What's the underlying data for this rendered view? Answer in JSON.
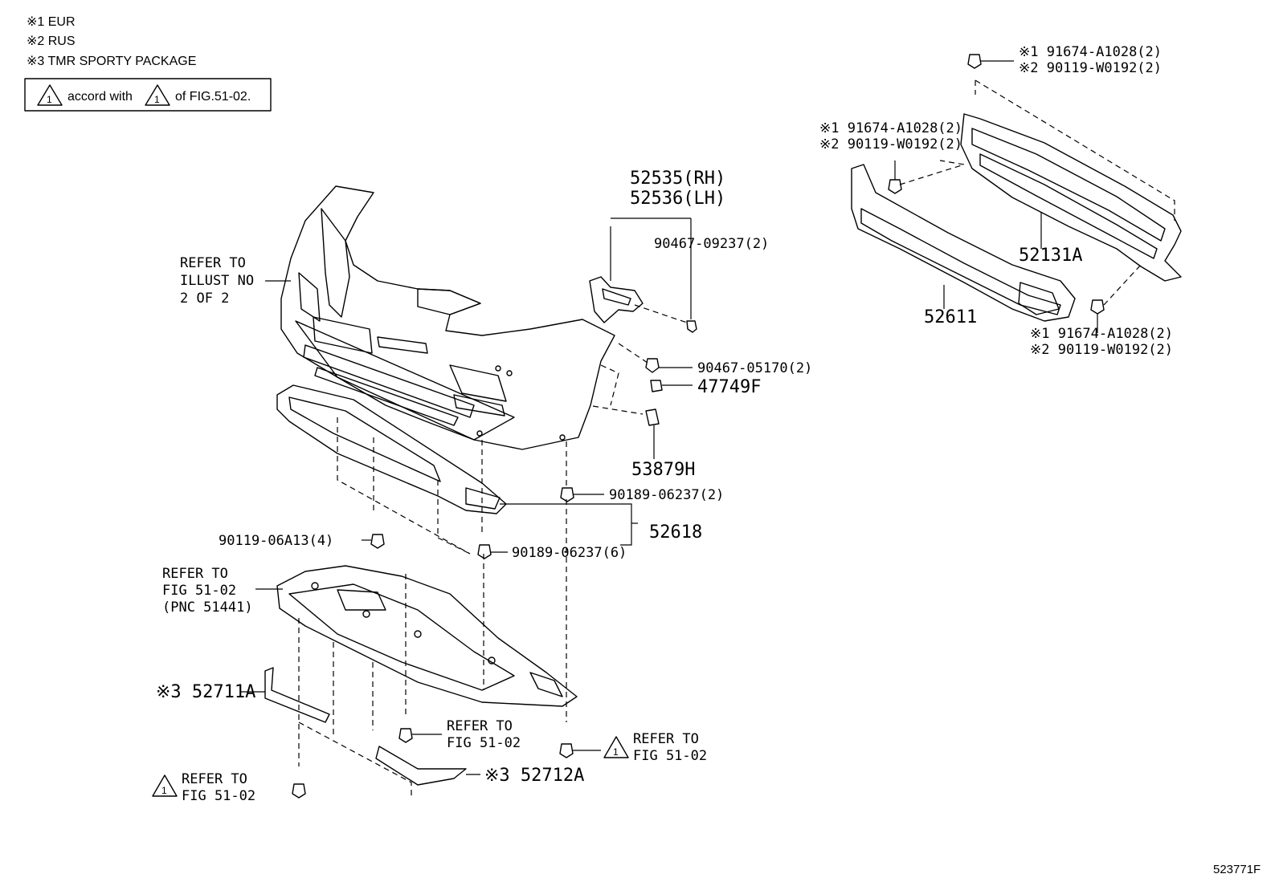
{
  "notes": {
    "n1": "※1 EUR",
    "n2": "※2 RUS",
    "n3": "※3 TMR SPORTY PACKAGE",
    "box_accord": "accord with",
    "box_fig": "of FIG.51-02.",
    "triangle_num": "1"
  },
  "labels": {
    "refer_illust_1": "REFER TO",
    "refer_illust_2": "ILLUST NO",
    "refer_illust_3": "2 OF 2",
    "p52535": "52535(RH)",
    "p52536": "52536(LH)",
    "p90467_09237": "90467-09237(2)",
    "p90467_05170": "90467-05170(2)",
    "p47749f": "47749F",
    "p53879h": "53879H",
    "p90189_06237_2": "90189-06237(2)",
    "p52618": "52618",
    "p90189_06237_6": "90189-06237(6)",
    "p90119_06a13": "90119-06A13(4)",
    "refer_fig_1": "REFER TO",
    "refer_fig_2": "FIG 51-02",
    "refer_fig_3": "(PNC 51441)",
    "p52711a": "※3 52711A",
    "p52712a": "※3 52712A",
    "refer_a_1": "REFER TO",
    "refer_a_2": "FIG 51-02",
    "refer_b_1": "REFER TO",
    "refer_b_2": "FIG 51-02",
    "refer_c_1": "REFER TO",
    "refer_c_2": "FIG 51-02",
    "top_1": "※1 91674-A1028(2)",
    "top_2": "※2 90119-W0192(2)",
    "mid_1": "※1 91674-A1028(2)",
    "mid_2": "※2 90119-W0192(2)",
    "bot_1": "※1 91674-A1028(2)",
    "bot_2": "※2 90119-W0192(2)",
    "p52131a": "52131A",
    "p52611": "52611",
    "diagram_id": "523771F"
  }
}
